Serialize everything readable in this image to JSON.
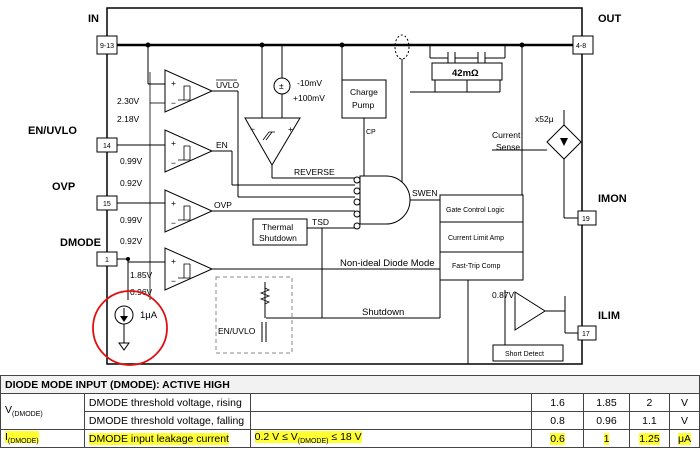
{
  "pins": {
    "in_name": "IN",
    "in_num": "9-13",
    "out_name": "OUT",
    "out_num": "4-8",
    "en_uvlo_name": "EN/UVLO",
    "en_uvlo_num": "14",
    "ovp_name": "OVP",
    "ovp_num": "15",
    "dmode_name": "DMODE",
    "dmode_num": "1",
    "imon_name": "IMON",
    "imon_num": "19",
    "ilim_name": "ILIM",
    "ilim_num": "17"
  },
  "thresholds": {
    "uvlo_rise": "2.30V",
    "uvlo_fall": "2.18V",
    "en_rise": "0.99V",
    "en_fall": "0.92V",
    "ovp_rise": "0.99V",
    "ovp_fall": "0.92V",
    "dmode_rise": "1.85V",
    "dmode_fall": "0.96V"
  },
  "labels": {
    "uvlo": "UVLO",
    "en": "EN",
    "ovp": "OVP",
    "offset_a": "-10mV",
    "offset_b": "+100mV",
    "charge_pump_a": "Charge",
    "charge_pump_b": "Pump",
    "cp": "CP",
    "mosfet": "42mΩ",
    "current_sense_a": "Current",
    "current_sense_b": "Sense",
    "gain": "x52μ",
    "reverse": "REVERSE",
    "swen": "SWEN",
    "thermal_a": "Thermal",
    "thermal_b": "Shutdown",
    "tsd": "TSD",
    "gate_control": "Gate Control Logic",
    "current_limit": "Current Limit Amp",
    "fast_trip": "Fast-Trip Comp",
    "non_ideal": "Non-ideal Diode Mode",
    "shutdown": "Shutdown",
    "ref_087": "0.87V",
    "short_detect": "Short Detect",
    "leak_source": "1μA",
    "en_uvlo_inner": "EN/UVLO"
  },
  "table": {
    "title": "DIODE MODE INPUT (DMODE): ACTIVE HIGH",
    "rows": [
      {
        "symbol": "V",
        "symbol_sub": "(DMODE)",
        "desc": "DMODE threshold voltage, rising",
        "cond": "",
        "cond_sub": "",
        "cond_tail": "",
        "min": "1.6",
        "typ": "1.85",
        "max": "2",
        "unit": "V"
      },
      {
        "symbol": "",
        "symbol_sub": "",
        "desc": "DMODE threshold voltage, falling",
        "cond": "",
        "cond_sub": "",
        "cond_tail": "",
        "min": "0.8",
        "typ": "0.96",
        "max": "1.1",
        "unit": "V"
      },
      {
        "symbol": "I",
        "symbol_sub": "(DMODE)",
        "desc": "DMODE input leakage current",
        "cond": "0.2 V ≤ V",
        "cond_sub": "(DMODE)",
        "cond_tail": " ≤ 18 V",
        "min": "0.6",
        "typ": "1",
        "max": "1.25",
        "unit": "μA"
      }
    ]
  },
  "colors": {
    "highlight": "#ffff33",
    "callout": "#e01010"
  }
}
